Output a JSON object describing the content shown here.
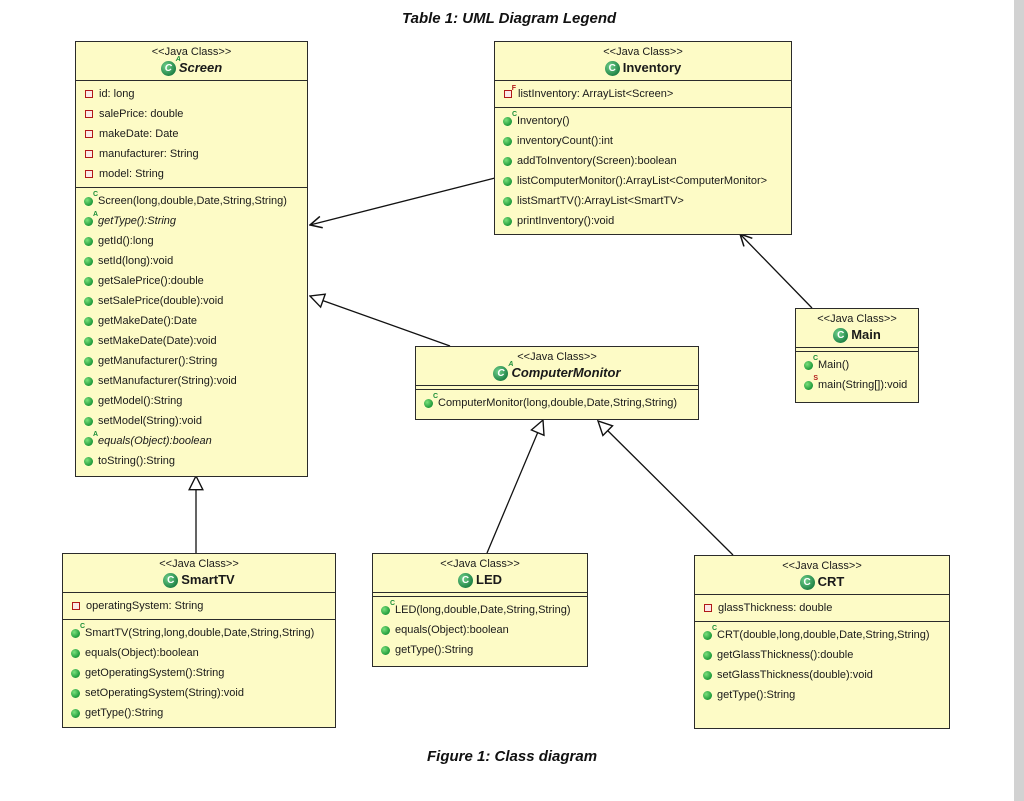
{
  "table_caption": "Table 1: UML Diagram Legend",
  "figure_caption": "Figure 1: Class diagram",
  "stereotype": "<<Java Class>>",
  "icons": {
    "class": "class-icon",
    "field": "private-field-icon",
    "method": "public-method-icon",
    "constructor_marker": "C",
    "abstract_marker": "A",
    "static_marker": "S",
    "final_marker": "F"
  },
  "classes": {
    "screen": {
      "name": "Screen",
      "fields": [
        "id: long",
        "salePrice: double",
        "makeDate: Date",
        "manufacturer: String",
        "model: String"
      ],
      "methods": [
        "Screen(long,double,Date,String,String)",
        "getType():String",
        "getId():long",
        "setId(long):void",
        "getSalePrice():double",
        "setSalePrice(double):void",
        "getMakeDate():Date",
        "setMakeDate(Date):void",
        "getManufacturer():String",
        "setManufacturer(String):void",
        "getModel():String",
        "setModel(String):void",
        "equals(Object):boolean",
        "toString():String"
      ]
    },
    "inventory": {
      "name": "Inventory",
      "fields": [
        "listInventory: ArrayList<Screen>"
      ],
      "methods": [
        "Inventory()",
        "inventoryCount():int",
        "addToInventory(Screen):boolean",
        "listComputerMonitor():ArrayList<ComputerMonitor>",
        "listSmartTV():ArrayList<SmartTV>",
        "printInventory():void"
      ]
    },
    "main": {
      "name": "Main",
      "methods": [
        "Main()",
        "main(String[]):void"
      ]
    },
    "computermonitor": {
      "name": "ComputerMonitor",
      "methods": [
        "ComputerMonitor(long,double,Date,String,String)"
      ]
    },
    "smarttv": {
      "name": "SmartTV",
      "fields": [
        "operatingSystem: String"
      ],
      "methods": [
        "SmartTV(String,long,double,Date,String,String)",
        "equals(Object):boolean",
        "getOperatingSystem():String",
        "setOperatingSystem(String):void",
        "getType():String"
      ]
    },
    "led": {
      "name": "LED",
      "methods": [
        "LED(long,double,Date,String,String)",
        "equals(Object):boolean",
        "getType():String"
      ]
    },
    "crt": {
      "name": "CRT",
      "fields": [
        "glassThickness: double"
      ],
      "methods": [
        "CRT(double,long,double,Date,String,String)",
        "getGlassThickness():double",
        "setGlassThickness(double):void",
        "getType():String"
      ]
    }
  }
}
